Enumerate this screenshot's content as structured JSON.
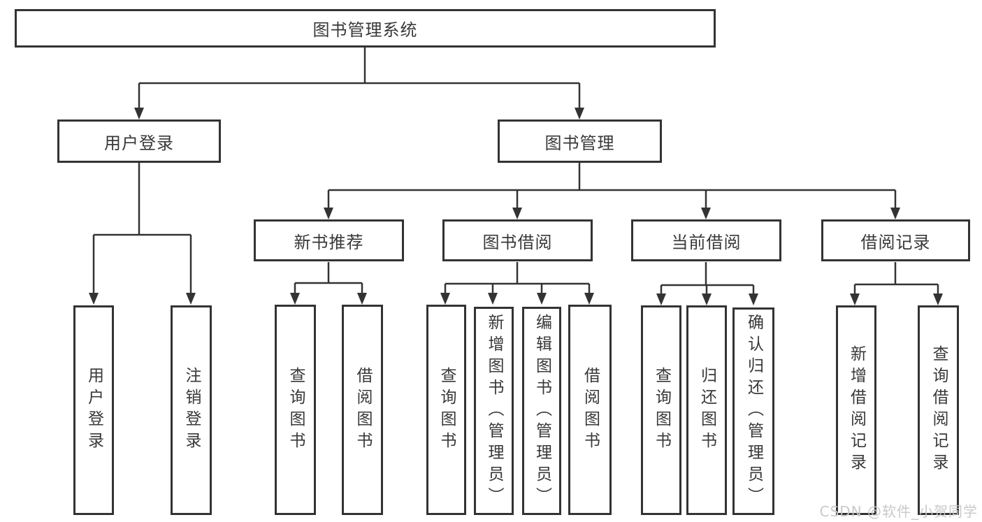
{
  "nodes": {
    "root": {
      "label": "图书管理系统"
    },
    "branches": [
      {
        "label": "用户登录"
      },
      {
        "label": "图书管理"
      }
    ],
    "modules": [
      {
        "label": "新书推荐"
      },
      {
        "label": "图书借阅"
      },
      {
        "label": "当前借阅"
      },
      {
        "label": "借阅记录"
      }
    ],
    "leaves": [
      {
        "label": "用户登录"
      },
      {
        "label": "注销登录"
      },
      {
        "label": "查询图书"
      },
      {
        "label": "借阅图书"
      },
      {
        "label": "查询图书"
      },
      {
        "label": "新增图书（管理员）"
      },
      {
        "label": "编辑图书（管理员）"
      },
      {
        "label": "借阅图书"
      },
      {
        "label": "查询图书"
      },
      {
        "label": "归还图书"
      },
      {
        "label": "确认归还（管理员）"
      },
      {
        "label": "新增借阅记录"
      },
      {
        "label": "查询借阅记录"
      }
    ]
  },
  "watermark": "CSDN @软件_小贺同学",
  "colors": {
    "line": "#333333",
    "text": "#383838",
    "background": "#ffffff",
    "watermark": "#c6c6c6"
  }
}
